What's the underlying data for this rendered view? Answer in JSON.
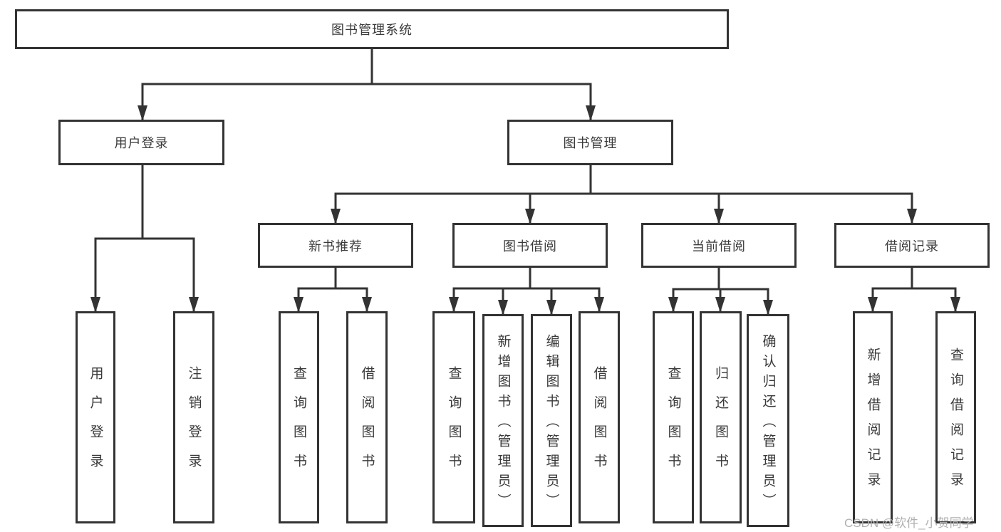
{
  "colors": {
    "line": "#333333",
    "box_border": "#333333",
    "text": "#3a3a3a",
    "background": "#ffffff",
    "watermark": "#b0b0b0"
  },
  "watermark": "CSDN @软件_小贺同学",
  "tree": {
    "label": "图书管理系统",
    "children": [
      {
        "label": "用户登录",
        "children": [
          {
            "label": "用户登录"
          },
          {
            "label": "注销登录"
          }
        ]
      },
      {
        "label": "图书管理",
        "children": [
          {
            "label": "新书推荐",
            "children": [
              {
                "label": "查询图书"
              },
              {
                "label": "借阅图书"
              }
            ]
          },
          {
            "label": "图书借阅",
            "children": [
              {
                "label": "查询图书"
              },
              {
                "label": "新增图书（管理员）"
              },
              {
                "label": "编辑图书（管理员）"
              },
              {
                "label": "借阅图书"
              }
            ]
          },
          {
            "label": "当前借阅",
            "children": [
              {
                "label": "查询图书"
              },
              {
                "label": "归还图书"
              },
              {
                "label": "确认归还（管理员）"
              }
            ]
          },
          {
            "label": "借阅记录",
            "children": [
              {
                "label": "新增借阅记录"
              },
              {
                "label": "查询借阅记录"
              }
            ]
          }
        ]
      }
    ]
  }
}
